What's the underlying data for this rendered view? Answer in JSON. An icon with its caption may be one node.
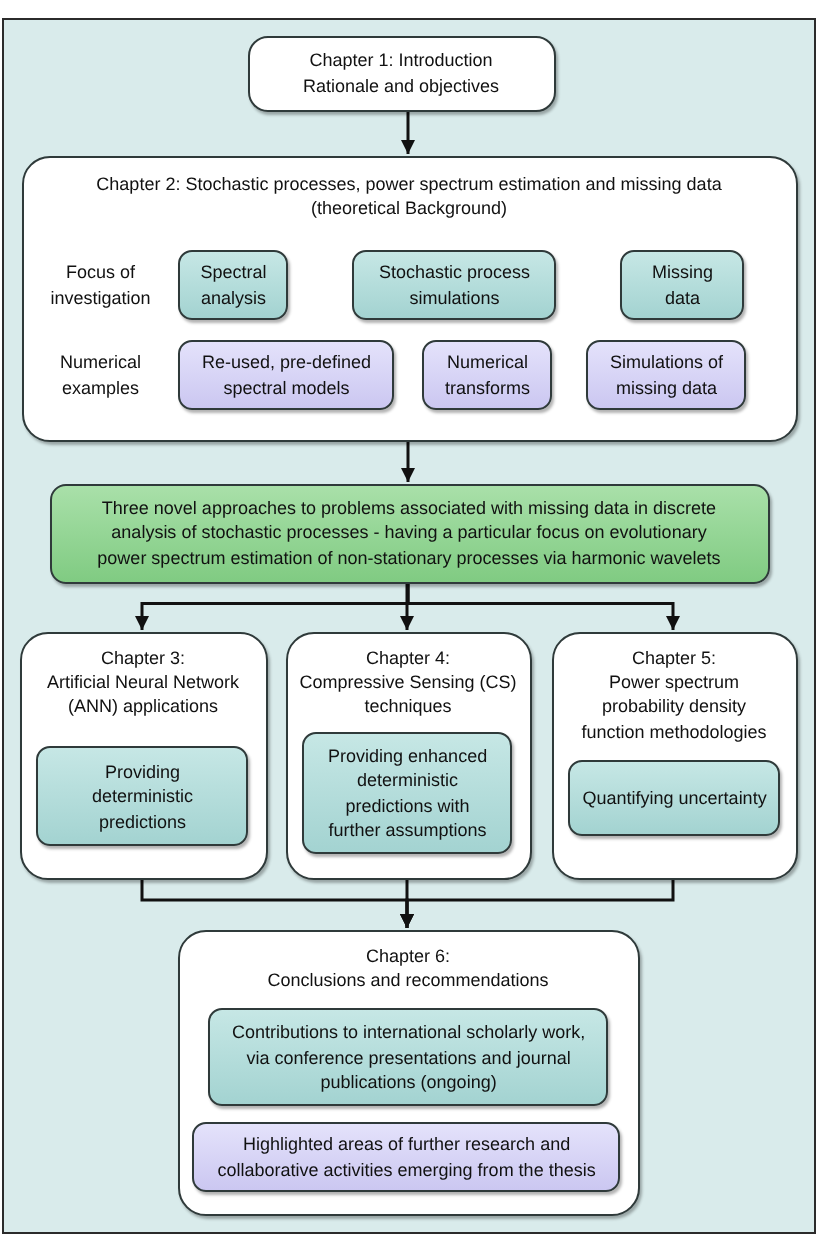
{
  "diagram": {
    "nodes": [
      {
        "text": [
          "Chapter 1: Introduction",
          "Rationale and objectives"
        ]
      },
      {
        "text": [
          "Chapter 2: Stochastic processes, power spectrum estimation and missing data (theoretical Background)",
          "Focus of investigation",
          "Numerical examples"
        ]
      },
      {
        "text": [
          "Spectral analysis"
        ],
        "in": 1
      },
      {
        "text": [
          "Stochastic process simulations"
        ],
        "in": 1
      },
      {
        "text": [
          "Missing data"
        ],
        "in": 1
      },
      {
        "text": [
          "Re-used, pre-defined spectral models"
        ],
        "in": 1
      },
      {
        "text": [
          "Numerical transforms"
        ],
        "in": 1
      },
      {
        "text": [
          "Simulations of missing data"
        ],
        "in": 1
      },
      {
        "text": [
          "Three novel approaches to problems associated with missing data in discrete analysis of stochastic processes - having a particular focus on evolutionary power spectrum estimation of non-stationary processes via harmonic wavelets"
        ]
      },
      {
        "text": [
          "Chapter 3:",
          "Artificial Neural Network (ANN) applications"
        ]
      },
      {
        "text": [
          "Providing deterministic predictions"
        ],
        "in": 9
      },
      {
        "text": [
          "Chapter 4:",
          "Compressive Sensing (CS) techniques"
        ]
      },
      {
        "text": [
          "Providing enhanced deterministic predictions with further assumptions"
        ],
        "in": 11
      },
      {
        "text": [
          "Chapter 5:",
          "Power spectrum probability density function methodologies"
        ]
      },
      {
        "text": [
          "Quantifying uncertainty"
        ],
        "in": 13
      },
      {
        "text": [
          "Chapter 6:",
          "Conclusions and recommendations"
        ]
      },
      {
        "text": [
          "Contributions to international scholarly work, via conference presentations and journal publications (ongoing)"
        ],
        "in": 15
      },
      {
        "text": [
          "Highlighted areas of further research and collaborative activities emerging from the thesis"
        ],
        "in": 15
      }
    ],
    "edges": [
      {
        "from": 0,
        "to": 1,
        "arrow": "to"
      },
      {
        "from": 1,
        "to": 8,
        "arrow": "to"
      },
      {
        "from": 8,
        "to": 9,
        "arrow": "to"
      },
      {
        "from": 8,
        "to": 11,
        "arrow": "to"
      },
      {
        "from": 8,
        "to": 13,
        "arrow": "to"
      },
      {
        "from": 9,
        "to": 15,
        "arrow": "to"
      },
      {
        "from": 11,
        "to": 15,
        "arrow": "to"
      },
      {
        "from": 13,
        "to": 15,
        "arrow": "to"
      }
    ]
  }
}
